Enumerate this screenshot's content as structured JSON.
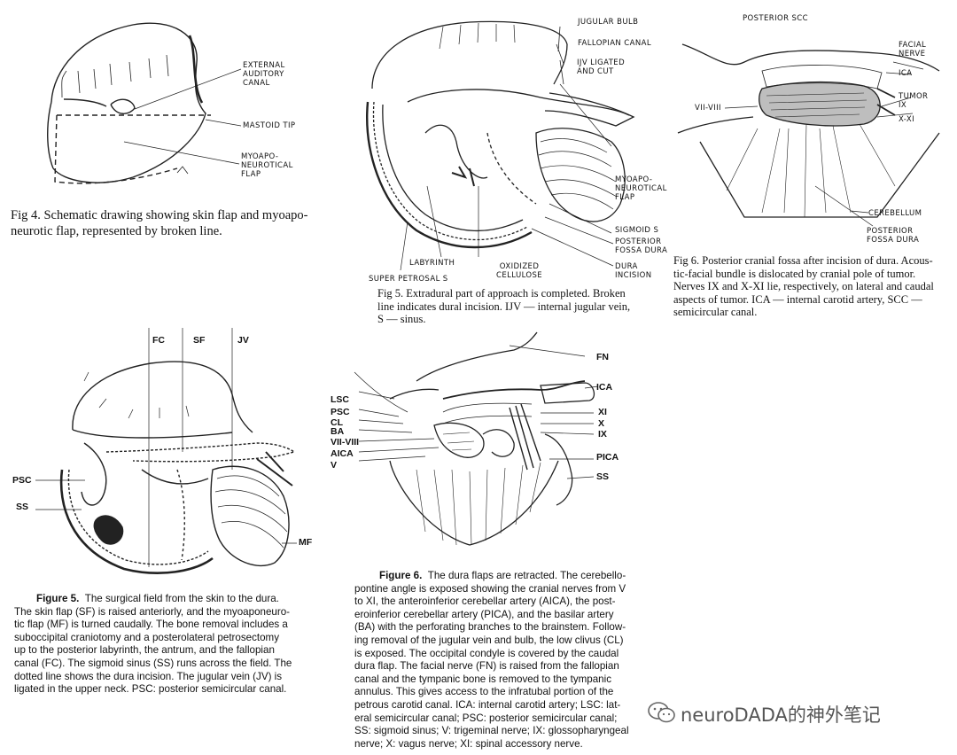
{
  "fig4": {
    "labels": {
      "external_auditory_canal": "EXTERNAL\nAUDITORY\nCANAL",
      "mastoid_tip": "MASTOID TIP",
      "myoaponeurotical_flap": "MYOAPO-\nNEUROTICAL\nFLAP"
    },
    "caption": "Fig 4. Schematic drawing showing skin flap and myoapo-\nneurotic flap, represented by broken line."
  },
  "fig5_top": {
    "labels": {
      "jugular_bulb": "JUGULAR BULB",
      "fallopian_canal": "FALLOPIAN CANAL",
      "ijv_ligated": "IJV LIGATED\nAND CUT",
      "myoaponeurotical_flap": "MYOAPO-\nNEUROTICAL\nFLAP",
      "sigmoid_s": "SIGMOID S",
      "posterior_fossa_dura": "POSTERIOR\nFOSSA DURA",
      "dura_incision": "DURA\nINCISION",
      "labyrinth": "LABYRINTH",
      "oxidized_cellulose": "OXIDIZED\nCELLULOSE",
      "super_petrosal_s": "SUPER PETROSAL S"
    },
    "caption": "Fig 5. Extradural part of approach is completed. Broken\nline indicates dural incision. IJV — internal jugular vein,\nS — sinus."
  },
  "fig6_top": {
    "labels": {
      "posterior_scc": "POSTERIOR SCC",
      "facial_nerve": "FACIAL\nNERVE",
      "ica": "ICA",
      "tumor_ix": "TUMOR\nIX",
      "x_xi": "X-XI",
      "vii_viii": "VII-VIII",
      "cerebellum": "CEREBELLUM",
      "posterior_fossa_dura": "POSTERIOR\nFOSSA DURA"
    },
    "caption": "Fig 6. Posterior cranial fossa after incision of dura. Acous-\ntic-facial bundle is dislocated by cranial pole of tumor.\nNerves IX and X-XI lie, respectively, on lateral and caudal\naspects of tumor. ICA — internal carotid artery, SCC —\nsemicircular canal."
  },
  "fig5_bottom": {
    "labels": {
      "fc": "FC",
      "sf": "SF",
      "jv": "JV",
      "psc": "PSC",
      "ss": "SS",
      "mf": "MF"
    },
    "caption_title": "Figure 5.",
    "caption_lines": [
      "The surgical field from the skin to the dura.",
      "The skin flap (SF) is raised anteriorly, and the myoaponeuro-",
      "tic flap (MF) is turned caudally. The bone removal includes a",
      "suboccipital craniotomy and a posterolateral petrosectomy",
      "up to the posterior labyrinth, the antrum, and the fallopian",
      "canal (FC). The sigmoid sinus (SS) runs across the field. The",
      "dotted line shows the dura incision. The jugular vein (JV) is",
      "ligated in the upper neck. PSC: posterior semicircular canal."
    ]
  },
  "fig6_bottom": {
    "labels": {
      "fn": "FN",
      "ica": "ICA",
      "lsc": "LSC",
      "psc": "PSC",
      "cl": "CL",
      "ba": "BA",
      "vii_viii": "VII-VIII",
      "aica": "AICA",
      "v": "V",
      "xi": "XI",
      "x": "X",
      "ix": "IX",
      "pica": "PICA",
      "ss": "SS"
    },
    "caption_title": "Figure 6.",
    "caption_lines": [
      "The dura flaps are retracted. The cerebello-",
      "pontine angle is exposed showing the cranial nerves from V",
      "to XI, the anteroinferior cerebellar artery (AICA), the post-",
      "eroinferior cerebellar artery (PICA), and the basilar artery",
      "(BA) with the perforating branches to the brainstem. Follow-",
      "ing removal of the jugular vein and bulb, the low clivus (CL)",
      "is exposed. The occipital condyle is covered by the caudal",
      "dura flap. The facial nerve (FN) is raised from the fallopian",
      "canal and the tympanic bone is removed to the tympanic",
      "annulus. This gives access to the infratubal portion of the",
      "petrous carotid canal. ICA: internal carotid artery; LSC: lat-",
      "eral semicircular canal; PSC: posterior semicircular canal;",
      "SS: sigmoid sinus; V: trigeminal nerve; IX: glossopharyngeal",
      "nerve; X: vagus nerve; XI: spinal accessory nerve."
    ]
  },
  "watermark": {
    "text": "neuroDADA的神外笔记",
    "icon": "wechat-icon"
  }
}
